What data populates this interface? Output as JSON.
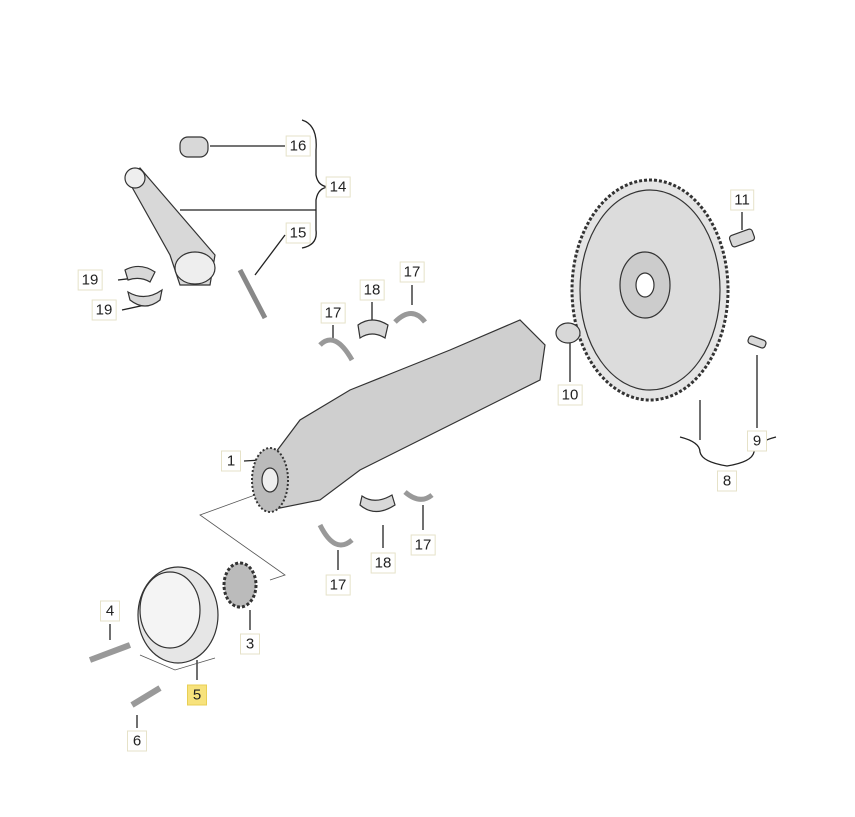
{
  "title": "Crankshaft, flywheel and connecting rod exploded parts diagram",
  "highlight_color": "#f7e27c",
  "callouts": [
    {
      "id": "c16",
      "text": "16"
    },
    {
      "id": "c14",
      "text": "14"
    },
    {
      "id": "c15",
      "text": "15"
    },
    {
      "id": "c19a",
      "text": "19"
    },
    {
      "id": "c19b",
      "text": "19"
    },
    {
      "id": "c17a",
      "text": "17"
    },
    {
      "id": "c18a",
      "text": "18"
    },
    {
      "id": "c17b",
      "text": "17"
    },
    {
      "id": "c10",
      "text": "10"
    },
    {
      "id": "c11",
      "text": "11"
    },
    {
      "id": "c9",
      "text": "9"
    },
    {
      "id": "c8",
      "text": "8"
    },
    {
      "id": "c1",
      "text": "1"
    },
    {
      "id": "c18b",
      "text": "18"
    },
    {
      "id": "c17c",
      "text": "17"
    },
    {
      "id": "c17d",
      "text": "17"
    },
    {
      "id": "c3",
      "text": "3"
    },
    {
      "id": "c4",
      "text": "4"
    },
    {
      "id": "c5",
      "text": "5",
      "highlighted": true
    },
    {
      "id": "c6",
      "text": "6"
    }
  ]
}
